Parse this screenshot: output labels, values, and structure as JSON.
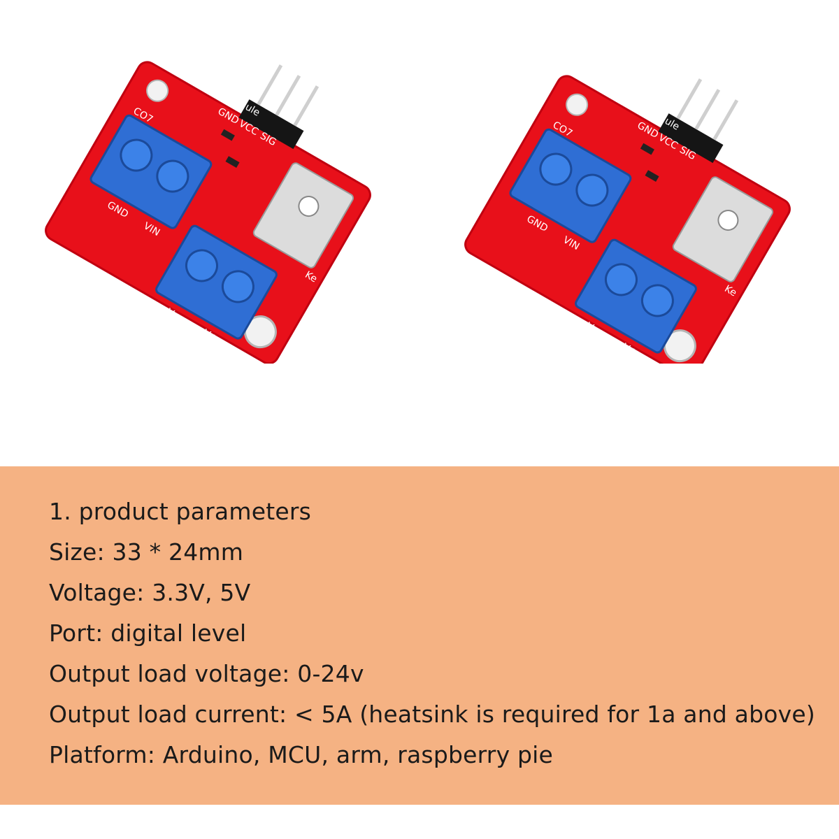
{
  "modules": [
    {
      "title_silk": "MOS Module",
      "pins": [
        "GND",
        "VCC",
        "SIG"
      ],
      "left_labels": [
        "VIN",
        "GND"
      ],
      "right_labels": [
        "V-",
        "V+"
      ],
      "part_code": "CO7",
      "corner_mark": "Ke"
    },
    {
      "title_silk": "MOS Module",
      "pins": [
        "GND",
        "VCC",
        "SIG"
      ],
      "left_labels": [
        "VIN",
        "GND"
      ],
      "right_labels": [
        "V-",
        "V+"
      ],
      "part_code": "CO7",
      "corner_mark": "Ke"
    }
  ],
  "params": {
    "lines": [
      "1. product parameters",
      "Size: 33 * 24mm",
      "Voltage: 3.3V, 5V",
      "Port: digital level",
      "Output load voltage: 0-24v",
      "Output load current: < 5A (heatsink is required for 1a and above)",
      "Platform: Arduino, MCU, arm, raspberry pie"
    ]
  },
  "colors": {
    "pcb": "#e8101a",
    "terminal": "#2f6ed4",
    "panel": "#f5b283"
  }
}
